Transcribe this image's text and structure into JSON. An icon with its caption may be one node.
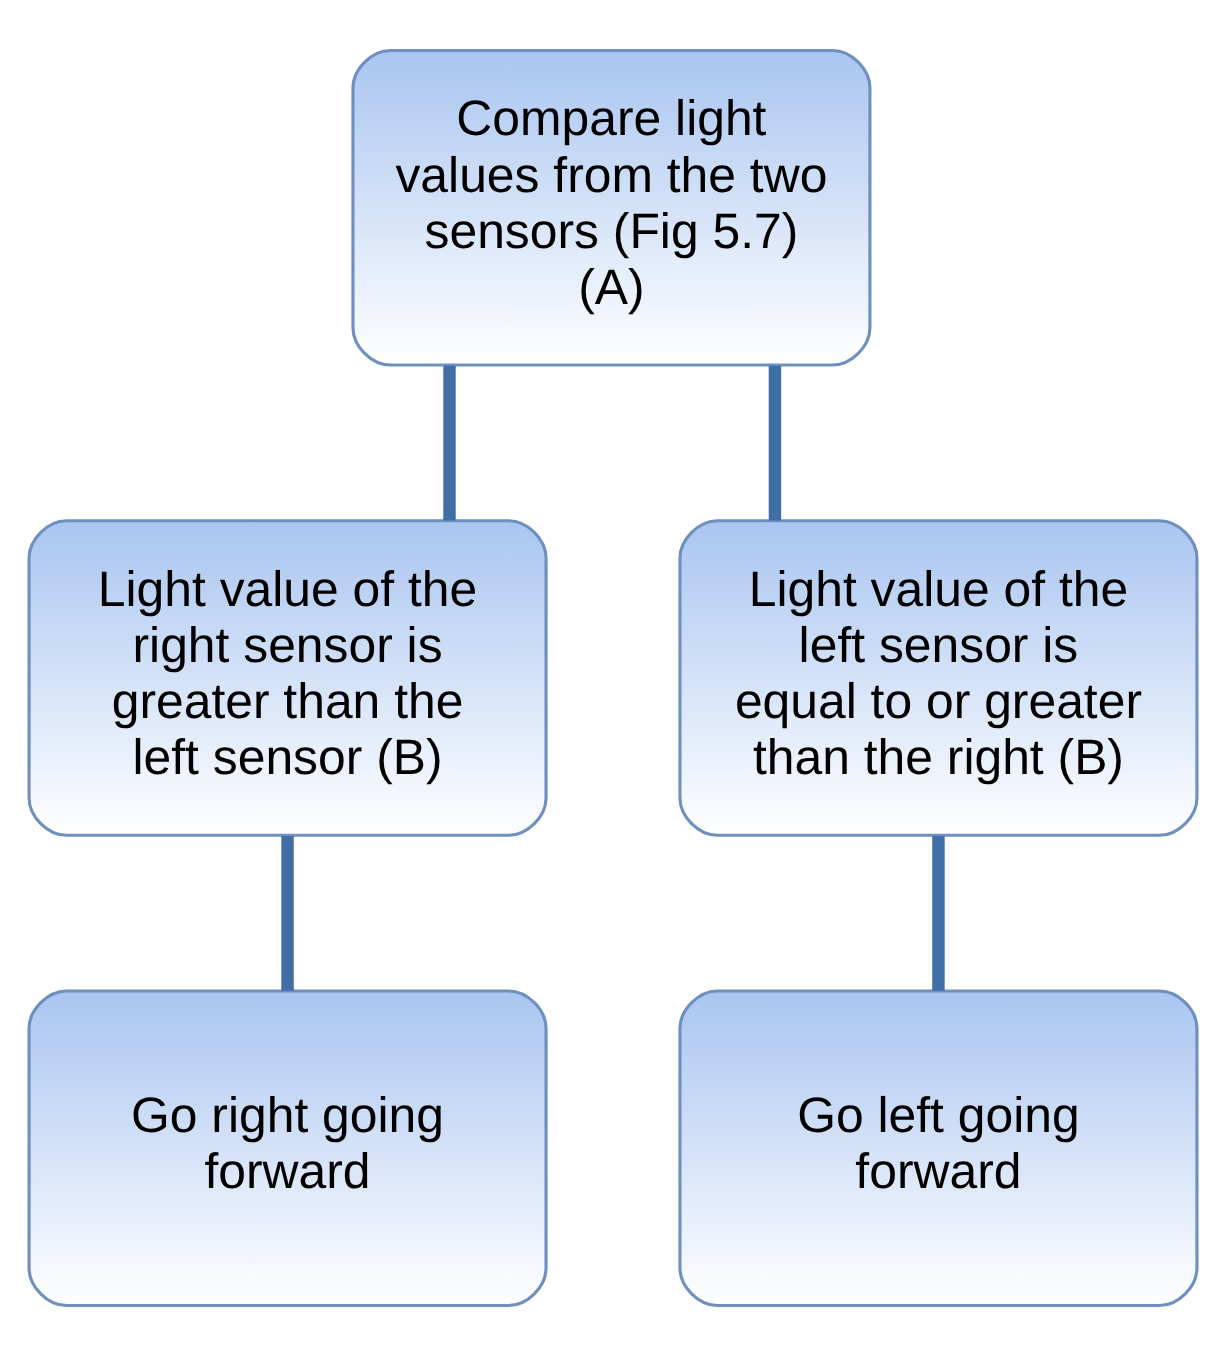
{
  "diagram": {
    "nodes": [
      {
        "text": [
          "Compare light values from the two sensors (Fig 5.7) (A)"
        ]
      },
      {
        "text": [
          "Light value of the right sensor is greater than the left sensor (B)"
        ]
      },
      {
        "text": [
          "Light value of the left sensor is equal to or greater than the right (B)"
        ]
      },
      {
        "text": [
          "Go right going forward"
        ]
      },
      {
        "text": [
          "Go left going forward"
        ]
      }
    ],
    "edges": [
      {
        "from": 0,
        "to": 1,
        "arrow": "none"
      },
      {
        "from": 0,
        "to": 2,
        "arrow": "none"
      },
      {
        "from": 1,
        "to": 3,
        "arrow": "none"
      },
      {
        "from": 2,
        "to": 4,
        "arrow": "none"
      }
    ]
  }
}
